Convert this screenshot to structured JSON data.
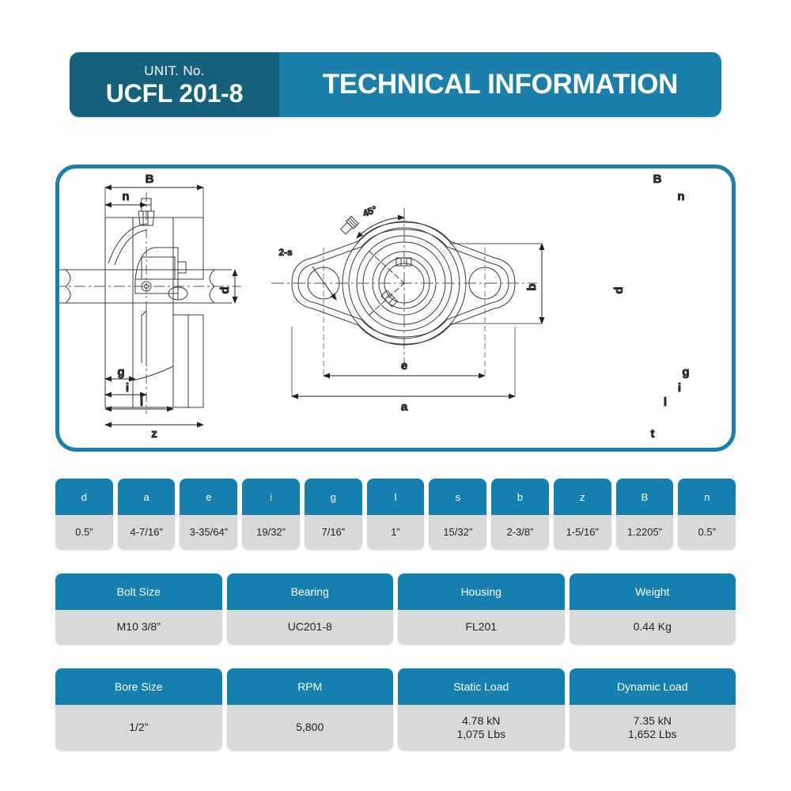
{
  "header": {
    "unit_no_label": "UNIT. No.",
    "unit_no_value": "UCFL 201-8",
    "title": "TECHNICAL INFORMATION",
    "color_left": "#15607a",
    "color_right": "#1a7fab"
  },
  "drawing": {
    "panel_border_color": "#1a7fab",
    "left_view": {
      "labels": [
        "B",
        "n",
        "d",
        "g",
        "i",
        "l",
        "z"
      ]
    },
    "center_view": {
      "labels": [
        "2-s",
        "45°",
        "e",
        "a",
        "b"
      ]
    },
    "right_view": {
      "labels": [
        "B",
        "n",
        "d",
        "g",
        "i",
        "l",
        "t"
      ]
    }
  },
  "tables": {
    "dimensions": {
      "headers": [
        "d",
        "a",
        "e",
        "i",
        "g",
        "l",
        "s",
        "b",
        "z",
        "B",
        "n"
      ],
      "values": [
        "0.5”",
        "4-7/16”",
        "3-35/64”",
        "19/32”",
        "7/16”",
        "1”",
        "15/32”",
        "2-3/8”",
        "1-5/16”",
        "1.2205”",
        "0.5”"
      ]
    },
    "specifications": {
      "headers": [
        "Bolt Size",
        "Bearing",
        "Housing",
        "Weight"
      ],
      "values": [
        "M10 3/8”",
        "UC201-8",
        "FL201",
        "0.44 Kg"
      ]
    },
    "load_ratings": {
      "headers": [
        "Bore Size",
        "RPM",
        "Static Load",
        "Dynamic Load"
      ],
      "values": [
        "1/2”",
        "5,800",
        "4.78 kN\n1,075 Lbs",
        "7.35 kN\n1,652 Lbs"
      ]
    }
  },
  "colors": {
    "table_header": "#1580b0",
    "table_value_bg": "#d9d9d9",
    "accent": "#1a7fab"
  }
}
